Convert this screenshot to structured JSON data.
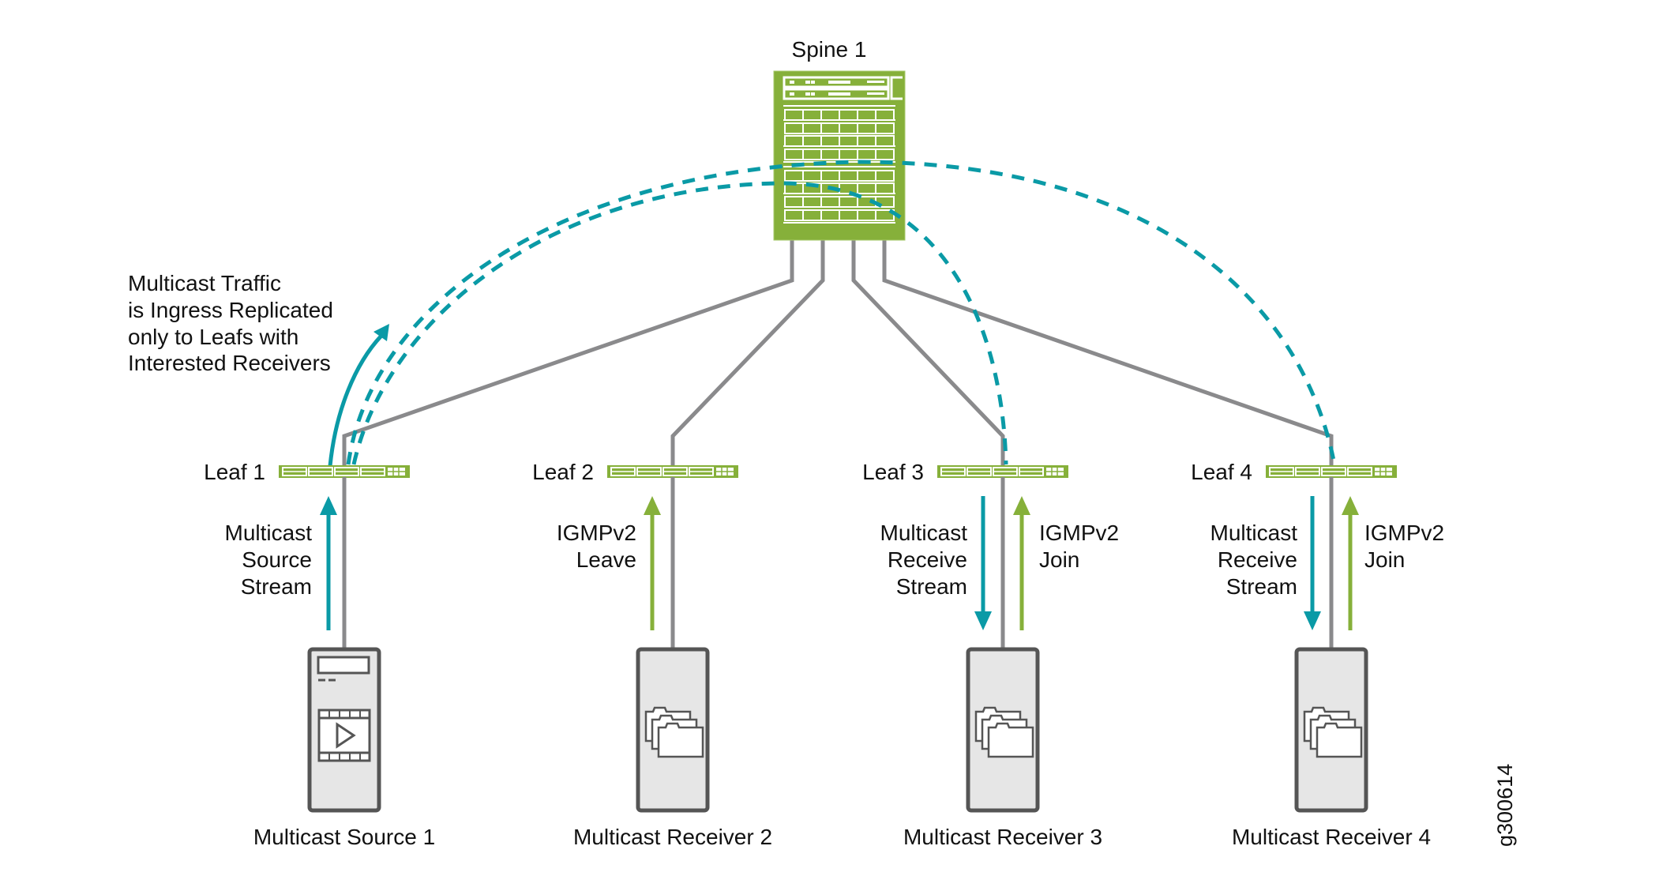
{
  "colors": {
    "teal": "#0a9aa6",
    "green": "#86b03a",
    "gray_link": "#8a8a8c",
    "box_fill": "#e6e6e6",
    "box_stroke": "#555555",
    "text": "#111111"
  },
  "spine": {
    "label": "Spine 1"
  },
  "annotation": {
    "lines": [
      "Multicast Traffic",
      "is Ingress Replicated",
      "only to Leafs with",
      "Interested Receivers"
    ]
  },
  "leafs": [
    {
      "label": "Leaf 1"
    },
    {
      "label": "Leaf 2"
    },
    {
      "label": "Leaf 3"
    },
    {
      "label": "Leaf 4"
    }
  ],
  "flows": {
    "leaf1_left": [
      "Multicast",
      "Source",
      "Stream"
    ],
    "leaf2_left": [
      "IGMPv2",
      "Leave"
    ],
    "leaf3_left": [
      "Multicast",
      "Receive",
      "Stream"
    ],
    "leaf3_right": [
      "IGMPv2",
      "Join"
    ],
    "leaf4_left": [
      "Multicast",
      "Receive",
      "Stream"
    ],
    "leaf4_right": [
      "IGMPv2",
      "Join"
    ]
  },
  "hosts": [
    {
      "label": "Multicast Source 1",
      "icon": "video-play-icon"
    },
    {
      "label": "Multicast Receiver 2",
      "icon": "folders-icon"
    },
    {
      "label": "Multicast Receiver 3",
      "icon": "folders-icon"
    },
    {
      "label": "Multicast Receiver 4",
      "icon": "folders-icon"
    }
  ],
  "figure_id": "g300614"
}
